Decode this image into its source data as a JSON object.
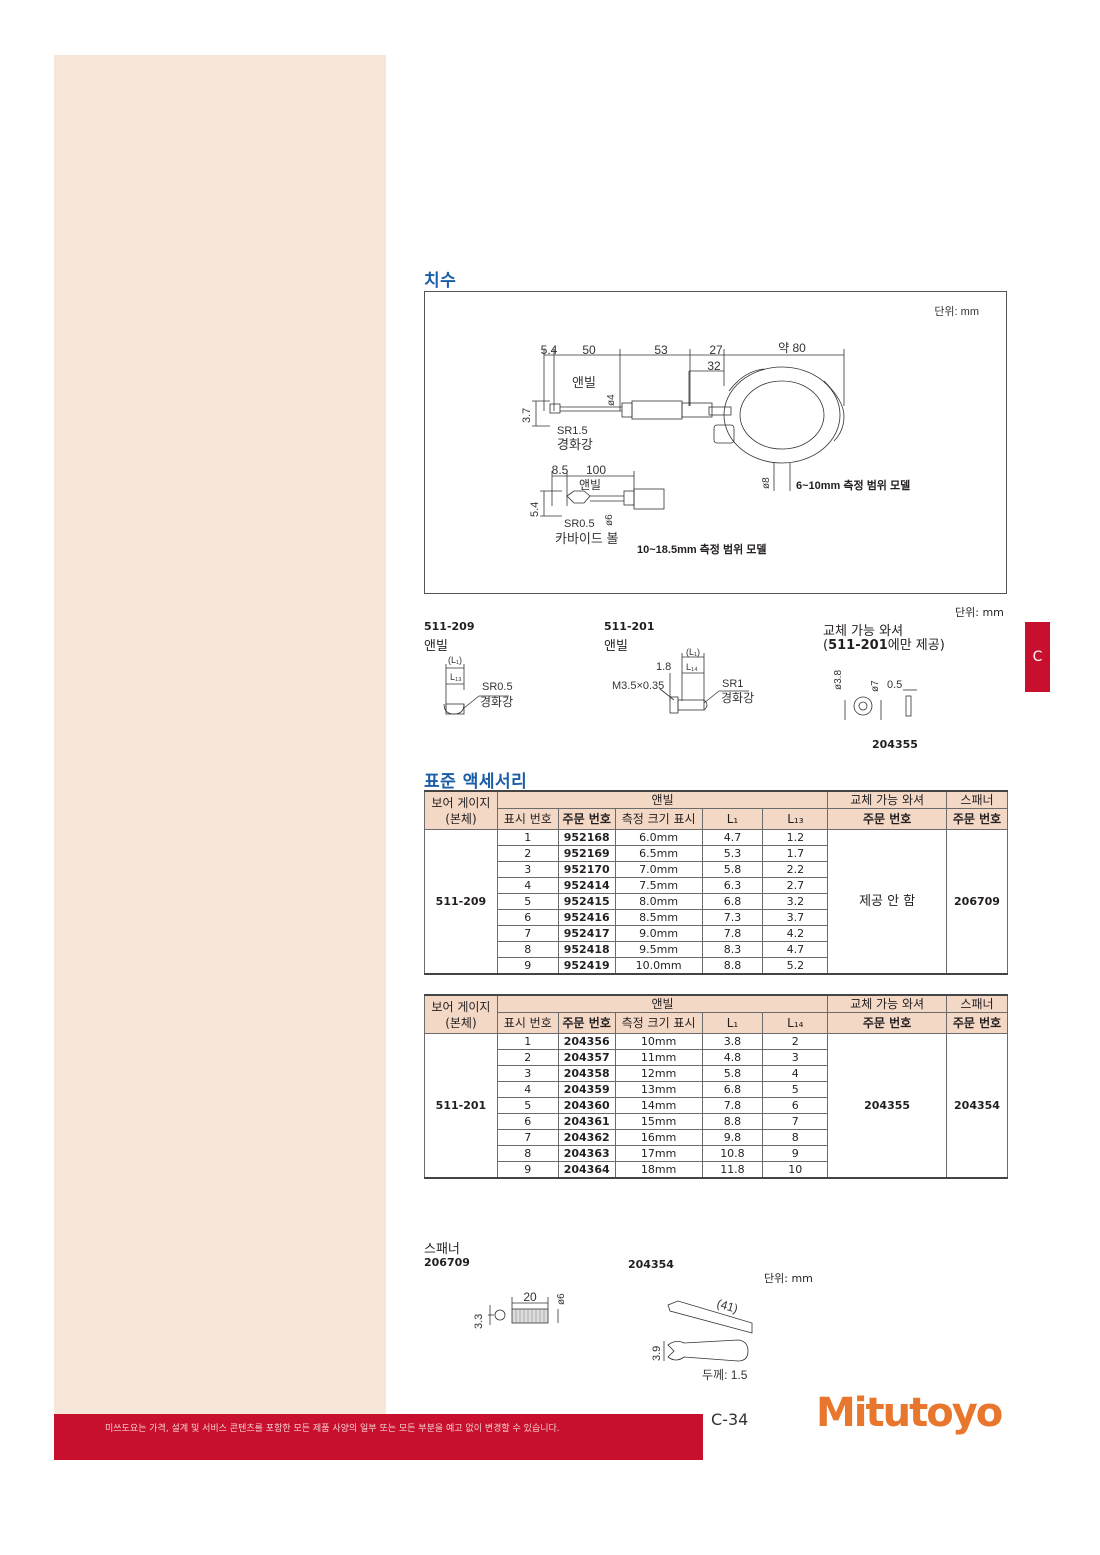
{
  "sections": {
    "dimensions_title": "치수",
    "accessories_title": "표준 액세서리"
  },
  "dim_box": {
    "unit": "단위: mm",
    "d54": "5.4",
    "d50": "50",
    "d53": "53",
    "d27": "27",
    "d32": "32",
    "d_approx80": "약 80",
    "anvil": "앤빌",
    "d37": "3.7",
    "phi4": "ø4",
    "sr15": "SR1.5",
    "hardened": "경화강",
    "phi8": "ø8",
    "model1": "6~10mm 측정 범위 모델",
    "d85": "8.5",
    "d100": "100",
    "anvil2": "앤빌",
    "d54b": "5.4",
    "phi6": "ø6",
    "sr05": "SR0.5",
    "carbide": "카바이드 볼",
    "model2": "10~18.5mm 측정 범위 모델"
  },
  "parts": {
    "unit": "단위: mm",
    "p1_code": "511-209",
    "p1_name": "앤빌",
    "p1_l1": "(L₁)",
    "p1_l13": "L₁₃",
    "p1_sr": "SR0.5",
    "p1_mat": "경화강",
    "p2_code": "511-201",
    "p2_name": "앤빌",
    "p2_l1": "(L₁)",
    "p2_18": "1.8",
    "p2_l14": "L₁₄",
    "p2_thread": "M3.5×0.35",
    "p2_sr": "SR1",
    "p2_mat": "경화강",
    "p3_name": "교체 가능 와셔",
    "p3_note_pre": "(",
    "p3_note_code": "511-201",
    "p3_note_post": "에만 제공)",
    "p3_phi38": "ø3.8",
    "p3_phi7": "ø7",
    "p3_05": "0.5",
    "p3_code": "204355"
  },
  "table1": {
    "h_body": "보어 게이지\n(본체)",
    "h_anvil": "앤빌",
    "h_washer": "교체 가능 와셔",
    "h_spanner": "스패너",
    "h_index": "표시 번호",
    "h_order": "주문 번호",
    "h_size": "측정 크기 표시",
    "h_l1": "L₁",
    "h_lx": "L₁₃",
    "h_washer_order": "주문 번호",
    "h_spanner_order": "주문 번호",
    "model": "511-209",
    "washer": "제공 안 함",
    "spanner": "206709",
    "rows": [
      {
        "idx": "1",
        "order": "952168",
        "size": "6.0mm",
        "l1": "4.7",
        "lx": "1.2"
      },
      {
        "idx": "2",
        "order": "952169",
        "size": "6.5mm",
        "l1": "5.3",
        "lx": "1.7"
      },
      {
        "idx": "3",
        "order": "952170",
        "size": "7.0mm",
        "l1": "5.8",
        "lx": "2.2"
      },
      {
        "idx": "4",
        "order": "952414",
        "size": "7.5mm",
        "l1": "6.3",
        "lx": "2.7"
      },
      {
        "idx": "5",
        "order": "952415",
        "size": "8.0mm",
        "l1": "6.8",
        "lx": "3.2"
      },
      {
        "idx": "6",
        "order": "952416",
        "size": "8.5mm",
        "l1": "7.3",
        "lx": "3.7"
      },
      {
        "idx": "7",
        "order": "952417",
        "size": "9.0mm",
        "l1": "7.8",
        "lx": "4.2"
      },
      {
        "idx": "8",
        "order": "952418",
        "size": "9.5mm",
        "l1": "8.3",
        "lx": "4.7"
      },
      {
        "idx": "9",
        "order": "952419",
        "size": "10.0mm",
        "l1": "8.8",
        "lx": "5.2"
      }
    ]
  },
  "table2": {
    "h_body": "보어 게이지\n(본체)",
    "h_anvil": "앤빌",
    "h_washer": "교체 가능 와셔",
    "h_spanner": "스패너",
    "h_index": "표시 번호",
    "h_order": "주문 번호",
    "h_size": "측정 크기 표시",
    "h_l1": "L₁",
    "h_lx": "L₁₄",
    "h_washer_order": "주문 번호",
    "h_spanner_order": "주문 번호",
    "model": "511-201",
    "washer": "204355",
    "spanner": "204354",
    "rows": [
      {
        "idx": "1",
        "order": "204356",
        "size": "10mm",
        "l1": "3.8",
        "lx": "2"
      },
      {
        "idx": "2",
        "order": "204357",
        "size": "11mm",
        "l1": "4.8",
        "lx": "3"
      },
      {
        "idx": "3",
        "order": "204358",
        "size": "12mm",
        "l1": "5.8",
        "lx": "4"
      },
      {
        "idx": "4",
        "order": "204359",
        "size": "13mm",
        "l1": "6.8",
        "lx": "5"
      },
      {
        "idx": "5",
        "order": "204360",
        "size": "14mm",
        "l1": "7.8",
        "lx": "6"
      },
      {
        "idx": "6",
        "order": "204361",
        "size": "15mm",
        "l1": "8.8",
        "lx": "7"
      },
      {
        "idx": "7",
        "order": "204362",
        "size": "16mm",
        "l1": "9.8",
        "lx": "8"
      },
      {
        "idx": "8",
        "order": "204363",
        "size": "17mm",
        "l1": "10.8",
        "lx": "9"
      },
      {
        "idx": "9",
        "order": "204364",
        "size": "18mm",
        "l1": "11.8",
        "lx": "10"
      }
    ]
  },
  "spanner": {
    "title": "스패너",
    "code1": "206709",
    "code2": "204354",
    "unit": "단위: mm",
    "s1_20": "20",
    "s1_phi6": "ø6",
    "s1_33": "3.3",
    "s2_41": "(41)",
    "s2_39": "3.9",
    "s2_thick": "두께: 1.5"
  },
  "side_tab": "C",
  "footer": {
    "notice": "미쓰도요는 가격, 설계 및 서비스 콘텐츠를 포함한 모든 제품 사양의 일부 또는 모든 부분을 예고 없이 변경할 수 있습니다.",
    "page": "C-34",
    "brand": "Mitutoyo"
  }
}
